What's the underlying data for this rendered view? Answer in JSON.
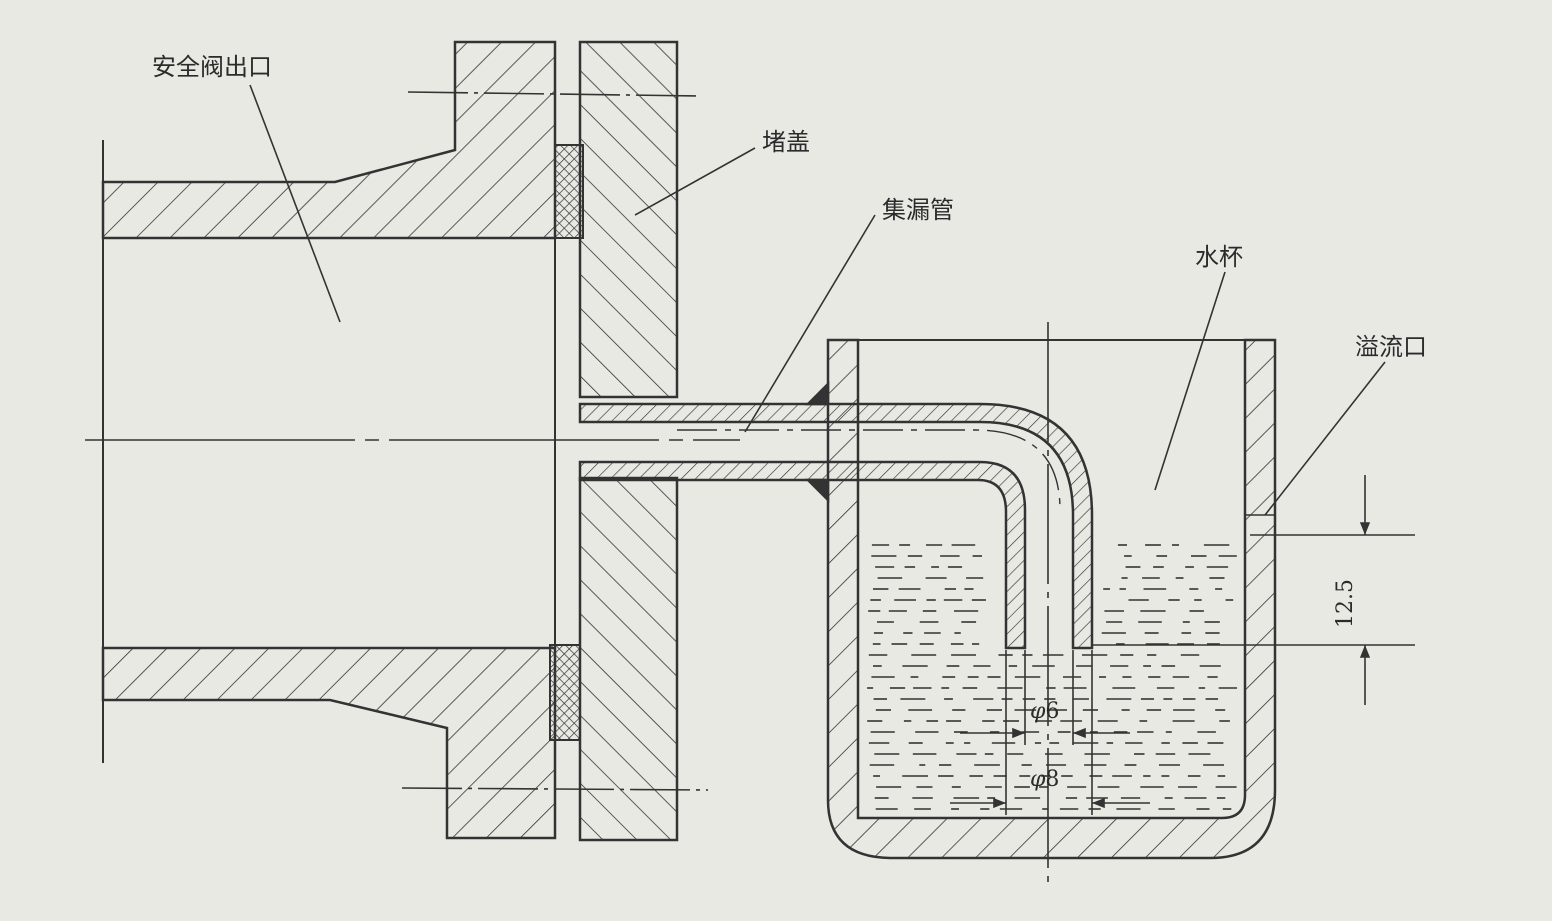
{
  "labels": {
    "safety_valve_outlet": "安全阀出口",
    "blind_cover": "堵盖",
    "collection_pipe": "集漏管",
    "water_cup": "水杯",
    "overflow": "溢流口"
  },
  "dimensions": {
    "water_depth": "12.5",
    "inner_diameter_symbol": "φ",
    "inner_diameter_value": "6",
    "outer_diameter_symbol": "φ",
    "outer_diameter_value": "8"
  },
  "colors": {
    "line": "#333333",
    "paper": "#e9e9e4"
  }
}
